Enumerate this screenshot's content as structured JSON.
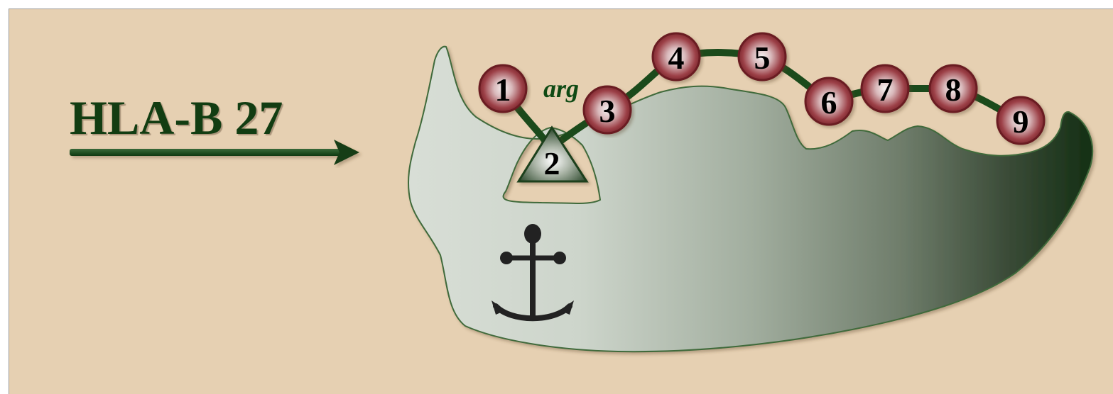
{
  "diagram": {
    "allele_label": "HLA-B 27",
    "anchor_residue_label": "arg",
    "peptide_positions": [
      "1",
      "2",
      "3",
      "4",
      "5",
      "6",
      "7",
      "8",
      "9"
    ],
    "anchor_position": "2",
    "anchor_icon": "anchor-icon",
    "colors": {
      "background": "#e6d0b2",
      "label": "#123d12",
      "peptide_chain": "#1b4a1b",
      "residue_fill": "#8c2f35",
      "groove_light": "#d6ddd5",
      "groove_dark": "#183a18",
      "anchor": "#222222"
    }
  }
}
